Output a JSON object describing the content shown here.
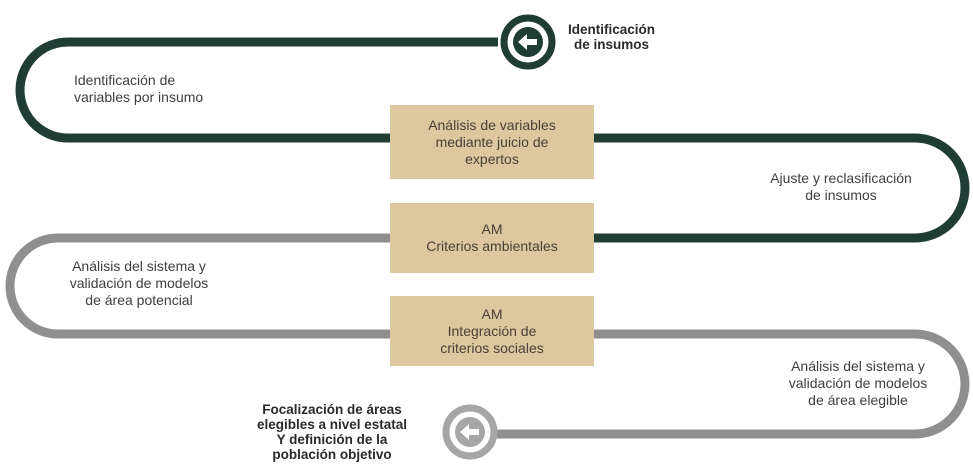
{
  "start": {
    "label": "Identificación\nde insumos",
    "icon": "arrow-left-icon"
  },
  "end": {
    "label": "Focalización de áreas\nelegibles a nivel estatal\nY definición de la\npoblación objetivo",
    "icon": "arrow-left-icon"
  },
  "loop_labels": {
    "variables_por_insumo": "Identificación de\nvariables por insumo",
    "ajuste": "Ajuste y reclasificación\nde insumos",
    "area_potencial": "Análisis del sistema y\nvalidación de modelos\nde área potencial",
    "area_elegible": "Análisis del sistema y\nvalidación de modelos\nde área elegible"
  },
  "boxes": {
    "juicio_expertos": "Análisis de variables\nmediante juicio de\nexpertos",
    "criterios_ambientales": "AM\nCriterios ambientales",
    "criterios_sociales": "AM\nIntegración de\ncriterios sociales"
  },
  "colors": {
    "dark_green": "#1f3d34",
    "gray": "#8f8f8f",
    "gold_box": "#dcc79e",
    "end_circle": "#a6a6a6"
  }
}
